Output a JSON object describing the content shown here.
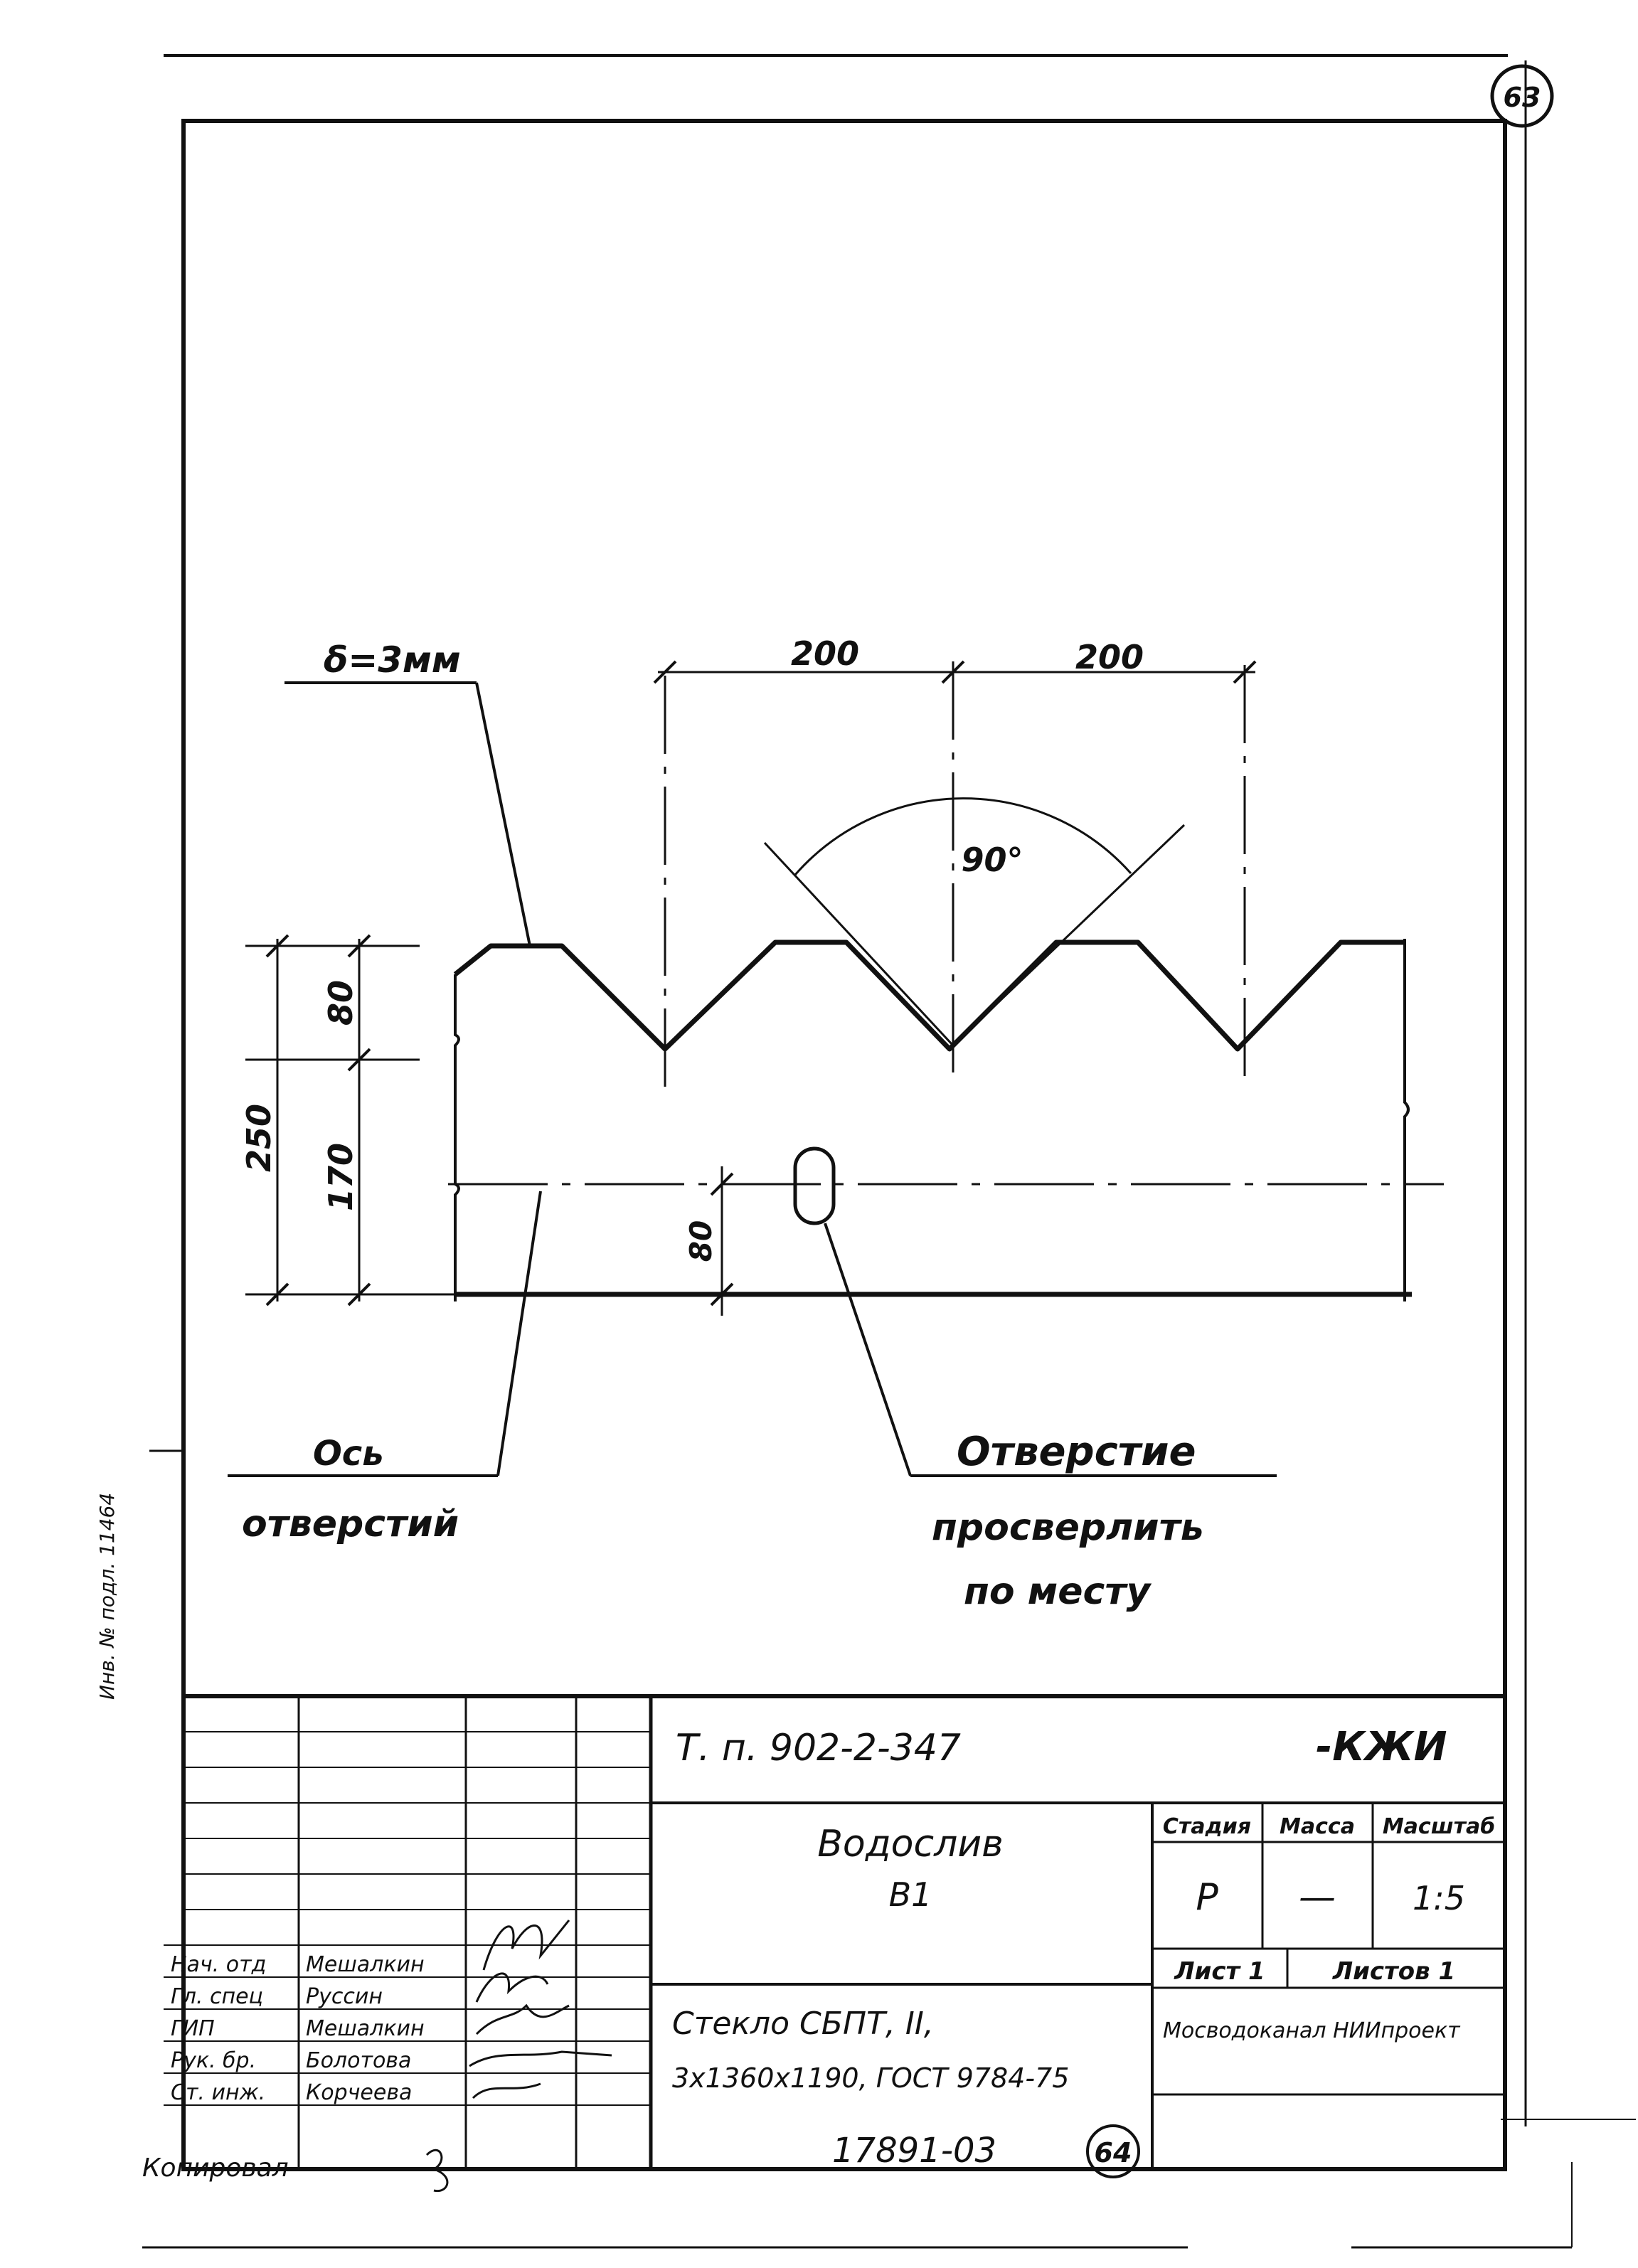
{
  "sheet": {
    "corner_sheet_number": "63",
    "bottom_sheet_number": "64",
    "side_stamp": "Инв. № подл. 11464",
    "archive_number": "17891-03",
    "copied_by": "Копировал"
  },
  "drawing": {
    "thickness_label": "δ=3мм",
    "dim_pitch_left": "200",
    "dim_pitch_right": "200",
    "angle_label": "90°",
    "dim_total_height": "250",
    "dim_top": "80",
    "dim_lower": "170",
    "dim_hole_offset": "80",
    "axis_label_line1": "Ось",
    "axis_label_line2": "отверстий",
    "hole_note_line1": "Отверстие",
    "hole_note_line2": "просверлить",
    "hole_note_line3": "по месту"
  },
  "title_block": {
    "doc_code": "Т. п. 902-2-347",
    "doc_suffix": "-КЖИ",
    "item_name_line1": "Водослив",
    "item_name_line2": "В1",
    "stage_header": "Стадия",
    "mass_header": "Масса",
    "scale_header": "Масштаб",
    "stage_value": "Р",
    "mass_value": "—",
    "scale_value": "1:5",
    "sheet_label": "Лист 1",
    "sheets_label": "Листов 1",
    "organization": "Мосводоканал НИИпроект",
    "material_line1": "Стекло СБПТ, II,",
    "material_line2": "3х1360х1190, ГОСТ 9784-75",
    "signatures": [
      {
        "role": "Нач. отд",
        "name": "Мешалкин"
      },
      {
        "role": "Гл. спец",
        "name": "Руссин"
      },
      {
        "role": "ГИП",
        "name": "Мешалкин"
      },
      {
        "role": "Рук. бр.",
        "name": "Болотова"
      },
      {
        "role": "Ст. инж.",
        "name": "Корчеева"
      }
    ]
  }
}
